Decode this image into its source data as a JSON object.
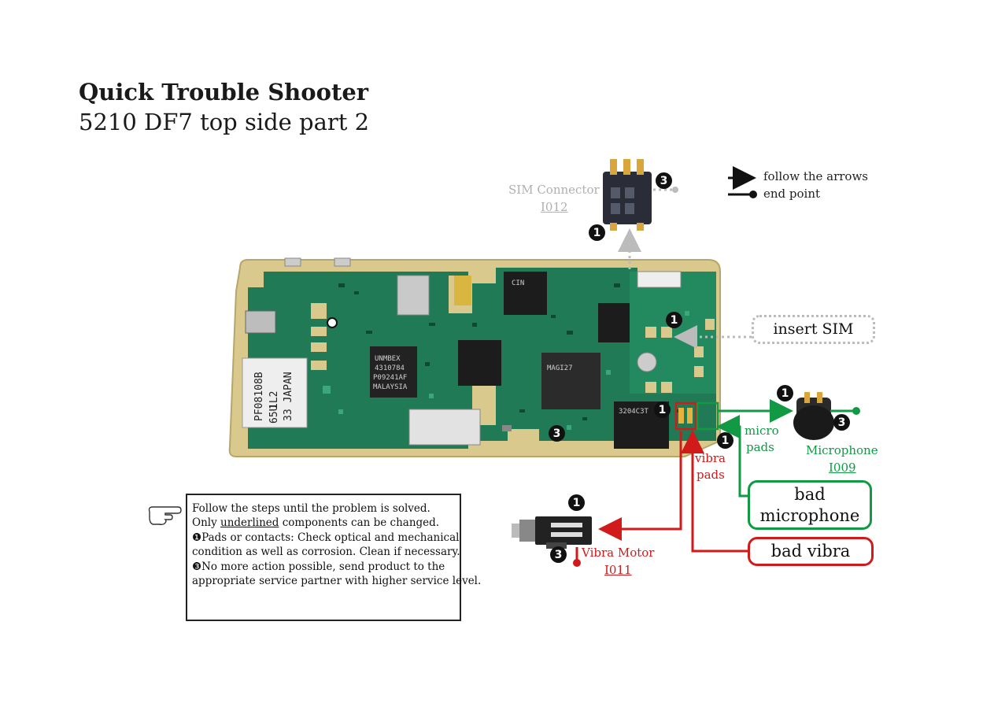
{
  "title": "Quick Trouble Shooter",
  "subtitle": "5210 DF7 top side part 2",
  "legend": {
    "arrow_label": "follow the arrows",
    "endpoint_label": "end point"
  },
  "callouts": {
    "insert_sim": "insert SIM",
    "bad_microphone_line1": "bad",
    "bad_microphone_line2": "microphone",
    "bad_vibra": "bad vibra"
  },
  "components": {
    "sim_connector": {
      "name": "SIM Connector",
      "code": "I012"
    },
    "microphone": {
      "name": "Microphone",
      "code": "I009"
    },
    "vibra_motor": {
      "name": "Vibra Motor",
      "code": "I011"
    }
  },
  "pad_labels": {
    "micro_line1": "micro",
    "micro_line2": "pads",
    "vibra_line1": "vibra",
    "vibra_line2": "pads"
  },
  "markers": {
    "one": "1",
    "three": "3"
  },
  "pcb_text": {
    "chip_left": "PF08108B",
    "chip_left_2": "1L2",
    "chip_left_3": "33 JAPAN",
    "chip_left_4": "65U",
    "chip_center": "UNMBEX",
    "chip_mid": "4310784",
    "chip_mid_2": "P09241AF",
    "chip_mid_3": "MALAYSIA",
    "chip_right": "3204C3T",
    "chip_mcu": "MAGI27",
    "chip_top": "CIN"
  },
  "instructions": {
    "line1": "Follow the steps until the problem is solved.",
    "line2_pre": "Only ",
    "line2_underlined": "underlined",
    "line2_post": " components can be changed.",
    "line3": "❶Pads or contacts: Check optical and mechanical",
    "line4": "condition as well as corrosion. Clean if necessary.",
    "line5": "❸No more action possible, send product to the",
    "line6": "appropriate service partner with higher service level."
  },
  "colors": {
    "green": "#119944",
    "red": "#d11a1a",
    "grey": "#b0b0b0",
    "pcb_green": "#1f7a55",
    "pcb_gold": "#d9c98c"
  }
}
